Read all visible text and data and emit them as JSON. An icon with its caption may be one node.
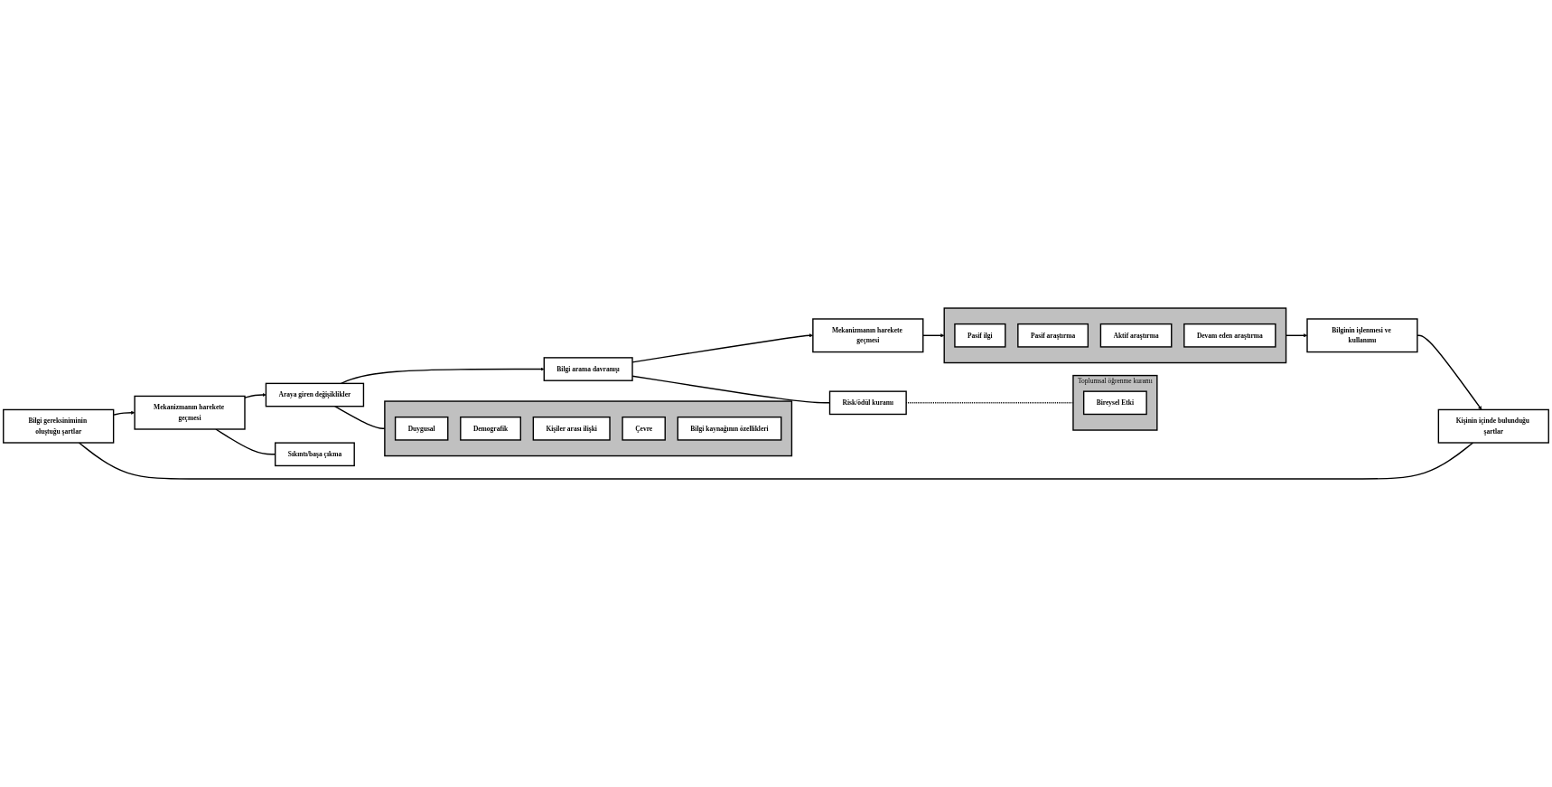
{
  "diagram": {
    "nodes": [
      {
        "text": [
          "Bilgi gereksiniminin oluştuğu şartlar"
        ]
      },
      {
        "text": [
          "Kişinin içinde bulunduğu şartlar"
        ]
      },
      {
        "text": [
          "Mekanizmanın harekete geçmesi"
        ]
      },
      {
        "text": [
          "Sıkıntı/başa çıkma"
        ]
      },
      {
        "text": [
          "Araya giren değişiklikler"
        ]
      },
      {
        "text": [],
        "shape": "box"
      },
      {
        "text": [
          "Duygusal"
        ],
        "in": 5
      },
      {
        "text": [
          "Demografik"
        ],
        "in": 5
      },
      {
        "text": [
          "Kişiler arası ilişki"
        ],
        "in": 5
      },
      {
        "text": [
          "Çevre"
        ],
        "in": 5
      },
      {
        "text": [
          "Bilgi kaynağının özellikleri"
        ],
        "in": 5
      },
      {
        "text": [
          "Bilgi arama davranışı"
        ]
      },
      {
        "text": [
          "Risk/ödül kuramı"
        ]
      },
      {
        "text": [
          "Toplumsal öğrenme kuramı"
        ]
      },
      {
        "text": [
          "Bireysel Etki"
        ],
        "in": 13
      },
      {
        "text": [
          "Mekanizmanın harekete geçmesi"
        ]
      },
      {
        "text": [],
        "shape": "box"
      },
      {
        "text": [
          "Pasif ilgi"
        ],
        "in": 16
      },
      {
        "text": [
          "Pasif araştırma"
        ],
        "in": 16
      },
      {
        "text": [
          "Aktif araştırma"
        ],
        "in": 16
      },
      {
        "text": [
          "Devam eden araştırma"
        ],
        "in": 16
      },
      {
        "text": [
          "Bilginin işlenmesi ve kullanımı"
        ]
      }
    ],
    "edges": [
      {
        "from": 0,
        "to": 2,
        "arrow": "to"
      },
      {
        "from": 2,
        "to": 4,
        "arrow": "to"
      },
      {
        "from": 4,
        "to": 11,
        "arrow": "to"
      },
      {
        "from": 11,
        "to": 15,
        "arrow": "to"
      },
      {
        "from": 0,
        "to": 1,
        "arrow": "none"
      },
      {
        "from": 2,
        "to": 3,
        "arrow": "none"
      },
      {
        "from": 4,
        "to": 5,
        "arrow": "none"
      },
      {
        "from": 11,
        "to": 12,
        "arrow": "none"
      },
      {
        "from": 12,
        "to": 13,
        "arrow": "none",
        "style": "dashed"
      },
      {
        "from": 15,
        "to": 16,
        "arrow": "to"
      },
      {
        "from": 16,
        "to": 21,
        "arrow": "to"
      },
      {
        "from": 21,
        "to": 1,
        "arrow": "to"
      }
    ]
  }
}
